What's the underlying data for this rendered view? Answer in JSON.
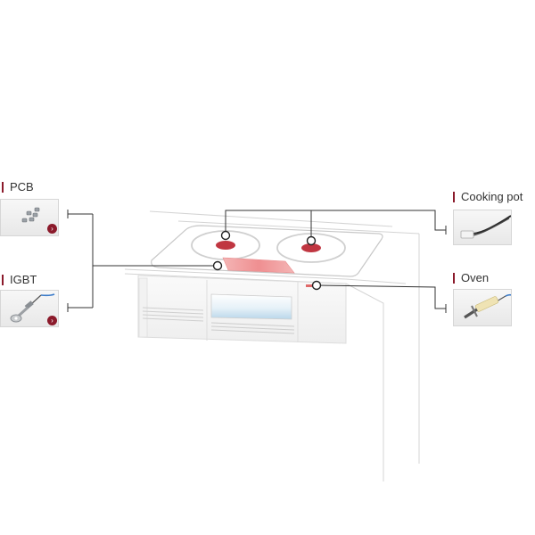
{
  "labels": {
    "pcb": "PCB",
    "igbt": "IGBT",
    "cooking_pot": "Cooking pot",
    "oven": "Oven"
  },
  "icons": {
    "more": "chevron-right-icon"
  },
  "colors": {
    "accent": "#8b1a2b",
    "heater_red": "#c8323c",
    "heater_zone": "#f09a9a",
    "line": "#333333"
  }
}
